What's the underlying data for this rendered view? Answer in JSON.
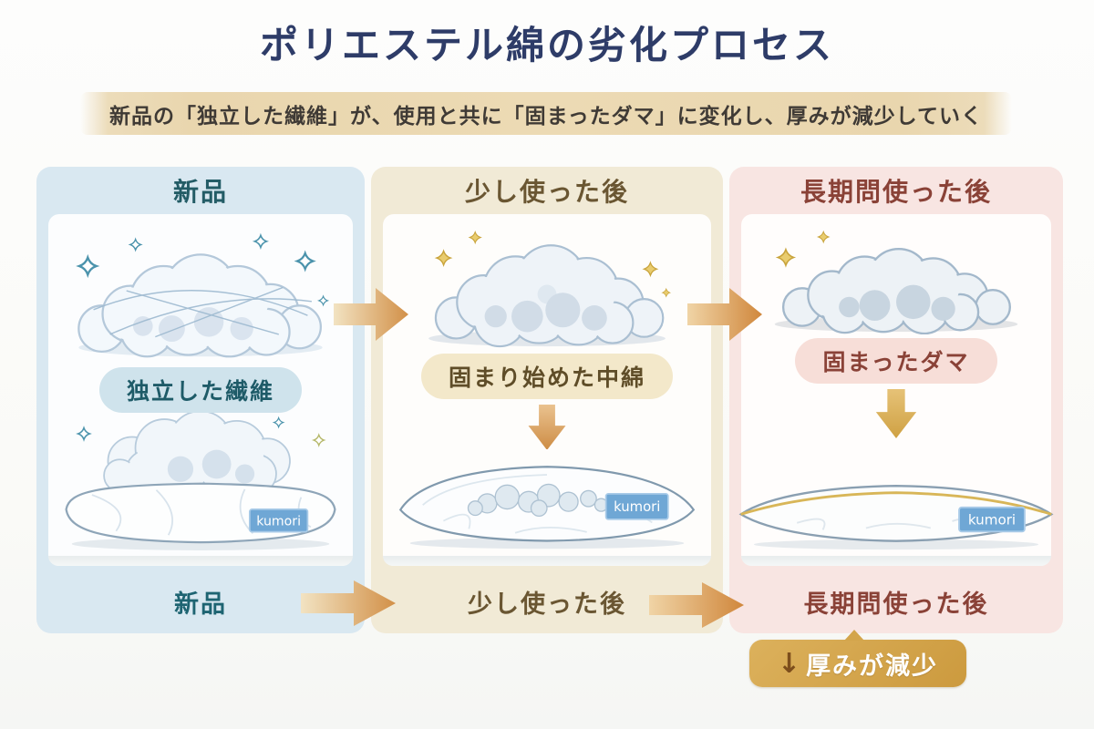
{
  "title": "ポリエステル綿の劣化プロセス",
  "subtitle": "新品の「独立した繊維」が、使用と共に「固まったダマ」に変化し、厚みが減少していく",
  "brand": {
    "tag_label": "kumori"
  },
  "stages": [
    {
      "header": "新品",
      "state_label": "独立した繊維",
      "bottom_label": "新品"
    },
    {
      "header": "少し使った後",
      "state_label": "固まり始めた中綿",
      "bottom_label": "少し使った後"
    },
    {
      "header": "長期問使った後",
      "state_label": "固まったダマ",
      "bottom_label": "長期問使った後"
    }
  ],
  "badge": {
    "arrow": "↓",
    "label": "厚みが減少"
  },
  "colors": {
    "title": "#2e3c68",
    "subtitle_band": "#e9d6ae",
    "stage_new_bg": "#d9e8f1",
    "stage_new_text": "#1e5b68",
    "stage_mid_bg": "#f1ead6",
    "stage_mid_text": "#6a5632",
    "stage_old_bg": "#f8e5e2",
    "stage_old_text": "#8a4237",
    "arrow_orange": "#d29048",
    "badge_gold": "#d2a24a",
    "tag_blue": "#6fa7d5",
    "sparkle_blue": "#4b93ac",
    "sparkle_gold": "#d7b249"
  }
}
